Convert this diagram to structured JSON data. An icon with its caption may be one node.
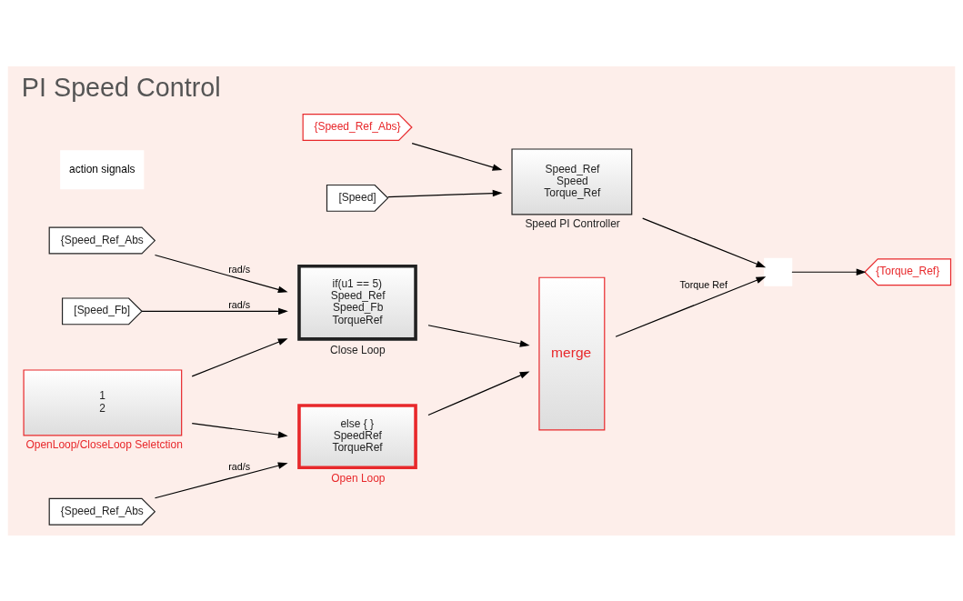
{
  "diagram": {
    "title": "PI Speed Control",
    "nodes": [
      {
        "text": [
          "{Speed_Ref_Abs}"
        ]
      },
      {
        "text": [
          "[Speed]"
        ]
      },
      {
        "text": [
          "Speed_Ref",
          "Speed",
          "Torque_Ref"
        ],
        "beside": [
          "Speed PI Controller"
        ]
      },
      {
        "text": [],
        "shape": "switch"
      },
      {
        "text": [
          "{Torque_Ref}"
        ]
      },
      {
        "text": [
          "1",
          "2"
        ],
        "beside": [
          "OpenLoop/CloseLoop Seletction"
        ]
      },
      {
        "text": [
          "{Speed_Ref_Abs"
        ]
      },
      {
        "text": [
          "[Speed_Fb]"
        ]
      },
      {
        "text": [
          "if(u1 == 5)",
          "Speed_Ref",
          "Speed_Fb",
          "TorqueRef"
        ],
        "beside": [
          "Close Loop"
        ]
      },
      {
        "text": [
          "merge"
        ]
      },
      {
        "text": [
          "{Speed_Ref_Abs"
        ]
      },
      {
        "text": [
          "else { }",
          "SpeedRef",
          "TorqueRef"
        ],
        "beside": [
          "Open Loop"
        ]
      }
    ],
    "edges": [
      {
        "from": 0,
        "to": 2,
        "arrow": "to"
      },
      {
        "from": 1,
        "to": 2,
        "arrow": "to"
      },
      {
        "from": 2,
        "to": 3,
        "arrow": "to"
      },
      {
        "from": 3,
        "to": 4,
        "arrow": "to"
      },
      {
        "from": 9,
        "to": 3,
        "arrow": "to",
        "label": "Torque Ref"
      },
      {
        "from": 5,
        "to": 8,
        "arrow": "to"
      },
      {
        "from": 5,
        "to": 11,
        "arrow": "to"
      },
      {
        "from": 6,
        "to": 8,
        "arrow": "to",
        "label": "rad/s"
      },
      {
        "from": 7,
        "to": 8,
        "arrow": "to",
        "label": "rad/s"
      },
      {
        "from": 8,
        "to": 9,
        "arrow": "to"
      },
      {
        "from": 10,
        "to": 11,
        "arrow": "to",
        "label": "rad/s"
      },
      {
        "from": 11,
        "to": 9,
        "arrow": "to"
      }
    ],
    "labels": [
      "action signals"
    ]
  }
}
